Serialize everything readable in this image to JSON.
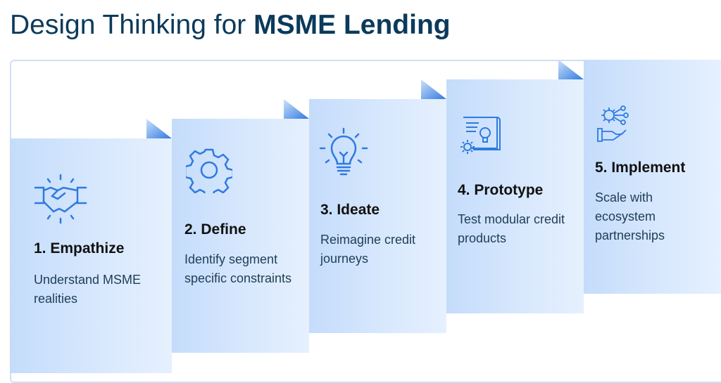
{
  "header": {
    "title_regular": "Design Thinking for ",
    "title_bold": "MSME Lending"
  },
  "steps": [
    {
      "title": "1. Empathize",
      "description": "Understand MSME realities",
      "icon": "handshake-icon"
    },
    {
      "title": "2. Define",
      "description": "Identify segment specific constraints",
      "icon": "gear-icon"
    },
    {
      "title": "3. Ideate",
      "description": "Reimagine credit journeys",
      "icon": "lightbulb-icon"
    },
    {
      "title": "4. Prototype",
      "description": "Test modular credit products",
      "icon": "blueprint-icon"
    },
    {
      "title": "5. Implement",
      "description": "Scale with ecosystem partnerships",
      "icon": "hand-gears-icon"
    }
  ],
  "colors": {
    "accent": "#2f7ae0",
    "title": "#0b3a5b",
    "card": "#d6e7fd"
  }
}
